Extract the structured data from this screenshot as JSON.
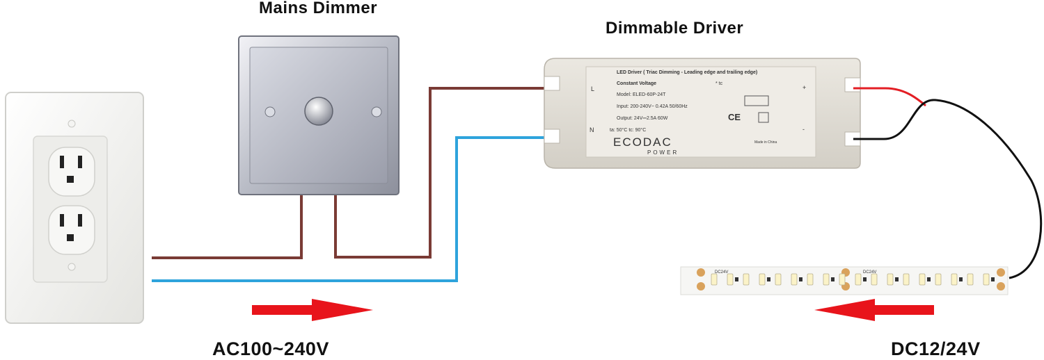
{
  "labels": {
    "mains_dimmer": "Mains Dimmer",
    "dimmable_driver": "Dimmable Driver",
    "ac_voltage": "AC100~240V",
    "dc_voltage": "DC12/24V"
  },
  "driver_label": {
    "line1": "LED Driver ( Triac Dimming - Leading edge and trailing edge)",
    "line2": "Constant Voltage",
    "line3": "Model: ELED-60P-24T",
    "line4": "Input: 200-240V~ 0.42A  50/60Hz",
    "line5": "Output: 24V⎓2.5A  60W",
    "line6": "ta: 50°C   tc: 90°C",
    "brand": "ECODAC",
    "brand_sub": "POWER",
    "made_in": "Made in China",
    "terminal_l": "L",
    "terminal_n": "N",
    "terminal_plus": "+",
    "terminal_minus": "-",
    "tc_mark": "* tc",
    "ce_mark": "CE"
  },
  "strip_label": "DC24V",
  "colors": {
    "live_wire": "#7a3b35",
    "neutral_wire": "#2ea3dc",
    "dc_positive": "#e31e24",
    "dc_negative": "#111111",
    "arrow": "#e8141b"
  }
}
